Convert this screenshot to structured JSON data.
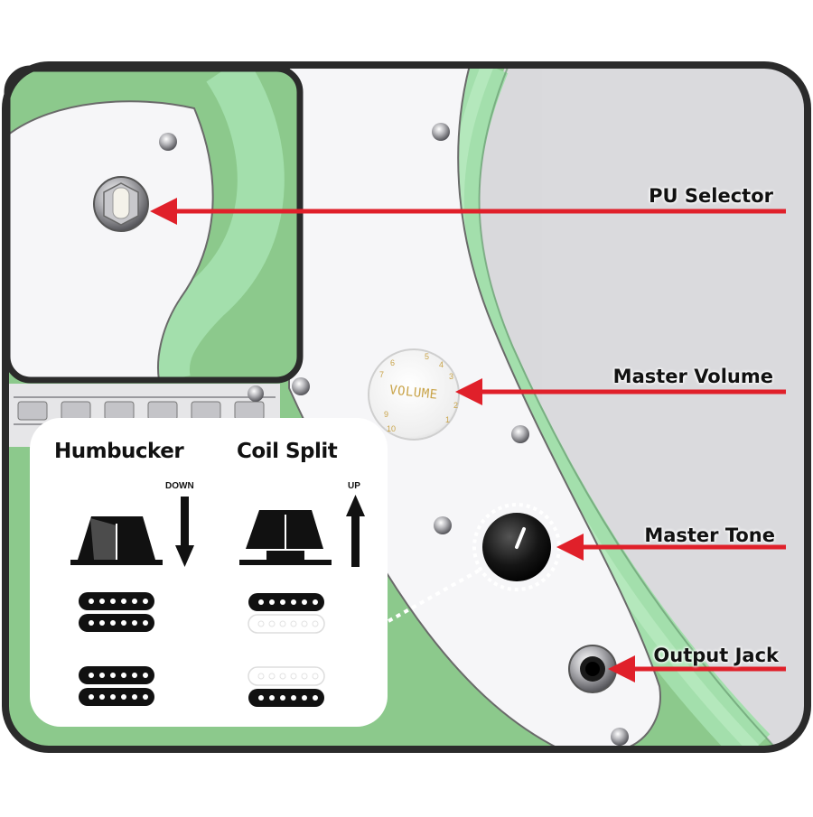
{
  "callouts": {
    "pu_selector": "PU Selector",
    "master_volume": "Master Volume",
    "master_tone": "Master Tone",
    "output_jack": "Output Jack"
  },
  "knob": {
    "volume_label": "VOLUME"
  },
  "legend": {
    "humbucker_title": "Humbucker",
    "coil_split_title": "Coil Split",
    "down_label": "DOWN",
    "up_label": "UP"
  },
  "colors": {
    "body_green": "#8cc98c",
    "binding_green": "#9bd9a5",
    "pickguard": "#f7f7f9",
    "background_gray": "#d9d9dc",
    "frame": "#2b2b2b",
    "arrow_red": "#e0202a"
  }
}
